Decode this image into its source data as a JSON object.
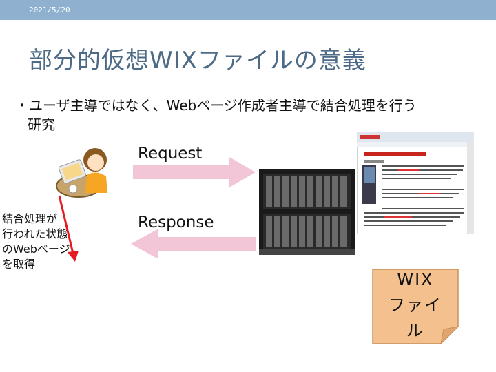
{
  "header": {
    "date": "2021/5/20"
  },
  "slide": {
    "title": "部分的仮想WIXファイルの意義",
    "bullet_line1": "・ユーザ主導ではなく、Webページ作成者主導で結合処理を行う",
    "bullet_line2": "研究",
    "request_label": "Request",
    "response_label": "Response",
    "side_note": [
      "結合処理が",
      "行われた状態",
      "のWebページ",
      "を取得"
    ],
    "wix_note": [
      "WIX",
      "ファイ",
      "ル"
    ]
  },
  "colors": {
    "header_bar": "#8fb1cf",
    "title": "#4d6a86",
    "arrow": "#f2c6d6",
    "red_arrow": "#e51c23",
    "note_fill": "#f3c08e"
  },
  "icons": {
    "user": "user-with-laptop-icon",
    "server": "blade-server-icon",
    "webpage": "webpage-screenshot-icon"
  }
}
